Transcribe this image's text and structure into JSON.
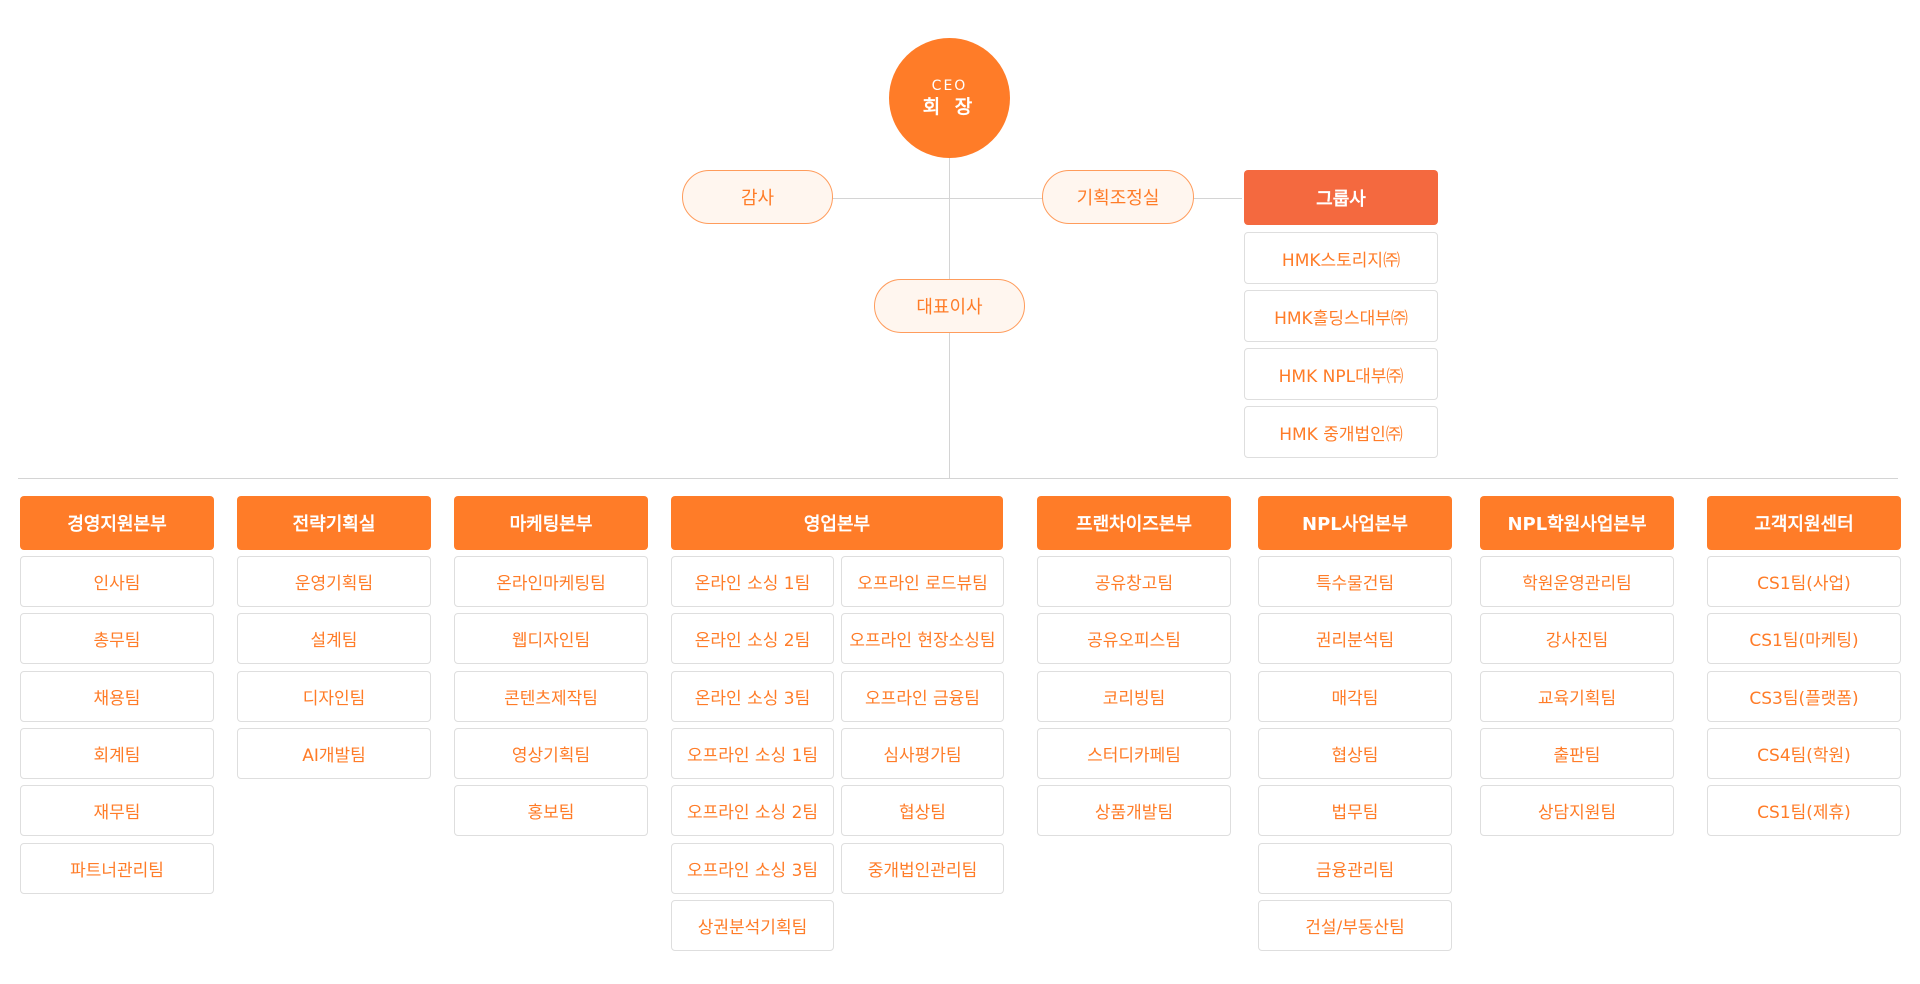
{
  "ceo": {
    "label_en": "CEO",
    "label_ko": "회 장"
  },
  "audit": "감사",
  "planning_office": "기획조정실",
  "ceo_rep": "대표이사",
  "group": {
    "title": "그룹사",
    "companies": [
      "HMK스토리지㈜",
      "HMK홀딩스대부㈜",
      "HMK NPL대부㈜",
      "HMK 중개법인㈜"
    ]
  },
  "departments": [
    {
      "title": "경영지원본부",
      "teams": [
        "인사팀",
        "총무팀",
        "채용팀",
        "회계팀",
        "재무팀",
        "파트너관리팀"
      ]
    },
    {
      "title": "전략기획실",
      "teams": [
        "운영기획팀",
        "설계팀",
        "디자인팀",
        "AI개발팀"
      ]
    },
    {
      "title": "마케팅본부",
      "teams": [
        "온라인마케팅팀",
        "웹디자인팀",
        "콘텐츠제작팀",
        "영상기획팀",
        "홍보팀"
      ]
    },
    {
      "title": "영업본부",
      "teams_left": [
        "온라인 소싱 1팀",
        "온라인 소싱 2팀",
        "온라인 소싱 3팀",
        "오프라인 소싱 1팀",
        "오프라인 소싱 2팀",
        "오프라인 소싱 3팀",
        "상권분석기획팀"
      ],
      "teams_right": [
        "오프라인 로드뷰팀",
        "오프라인 현장소싱팀",
        "오프라인 금융팀",
        "심사평가팀",
        "협상팀",
        "중개법인관리팀"
      ]
    },
    {
      "title": "프랜차이즈본부",
      "teams": [
        "공유창고팀",
        "공유오피스팀",
        "코리빙팀",
        "스터디카페팀",
        "상품개발팀"
      ]
    },
    {
      "title": "NPL사업본부",
      "teams": [
        "특수물건팀",
        "권리분석팀",
        "매각팀",
        "협상팀",
        "법무팀",
        "금융관리팀",
        "건설/부동산팀"
      ]
    },
    {
      "title": "NPL학원사업본부",
      "teams": [
        "학원운영관리팀",
        "강사진팀",
        "교육기획팀",
        "출판팀",
        "상담지원팀"
      ]
    },
    {
      "title": "고객지원센터",
      "teams": [
        "CS1팀(사업)",
        "CS1팀(마케팅)",
        "CS3팀(플랫폼)",
        "CS4팀(학원)",
        "CS1팀(제휴)"
      ]
    }
  ],
  "colors": {
    "accent": "#ff7c28",
    "group_header": "#f4693f",
    "pill_bg": "#fff6ef",
    "line": "#d4d4d4",
    "team_border": "#dedede"
  }
}
